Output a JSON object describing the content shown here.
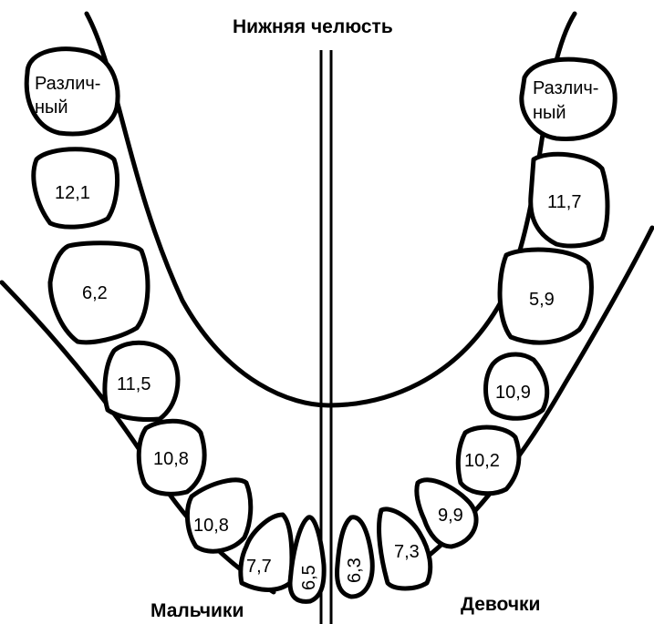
{
  "title": "Нижняя челюсть",
  "sides": {
    "boys": "Мальчики",
    "girls": "Девочки"
  },
  "boys_teeth": [
    {
      "label_line1": "Различ-",
      "label_line2": "ный"
    },
    {
      "value": "12,1"
    },
    {
      "value": "6,2"
    },
    {
      "value": "11,5"
    },
    {
      "value": "10,8"
    },
    {
      "value": "10,8"
    },
    {
      "value": "7,7"
    },
    {
      "value": "6,5"
    }
  ],
  "girls_teeth": [
    {
      "label_line1": "Различ-",
      "label_line2": "ный"
    },
    {
      "value": "11,7"
    },
    {
      "value": "5,9"
    },
    {
      "value": "10,9"
    },
    {
      "value": "10,2"
    },
    {
      "value": "9,9"
    },
    {
      "value": "7,3"
    },
    {
      "value": "6,3"
    }
  ]
}
